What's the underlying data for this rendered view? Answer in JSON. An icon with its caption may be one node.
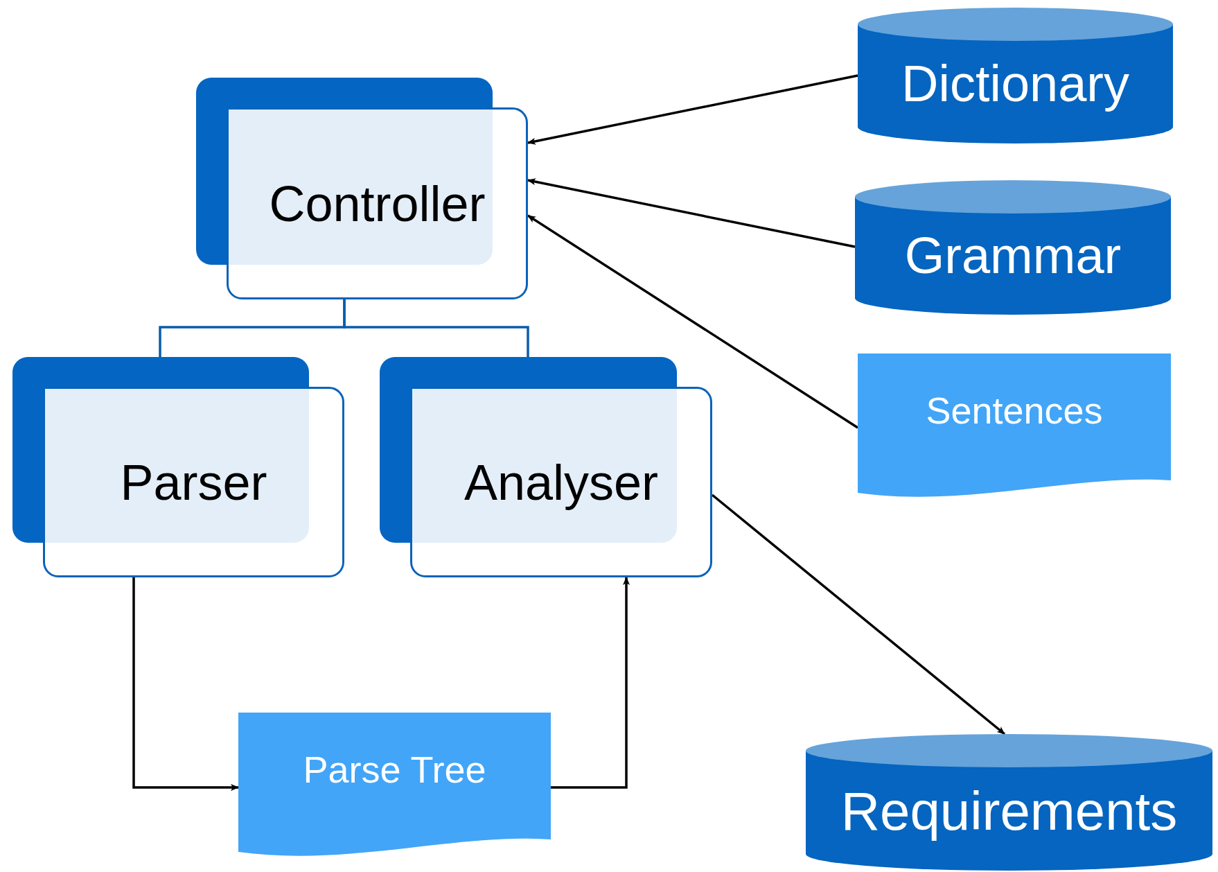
{
  "diagram": {
    "nodes": [
      {
        "text": [
          "Controller"
        ]
      },
      {
        "text": [
          "Parser"
        ]
      },
      {
        "text": [
          "Analyser"
        ]
      },
      {
        "text": [
          "Dictionary"
        ]
      },
      {
        "text": [
          "Grammar"
        ]
      },
      {
        "text": [
          "Sentences"
        ]
      },
      {
        "text": [
          "Parse Tree"
        ]
      },
      {
        "text": [
          "Requirements"
        ]
      }
    ],
    "edges": [
      {
        "from": 3,
        "to": 0,
        "arrow": "to"
      },
      {
        "from": 4,
        "to": 0,
        "arrow": "to"
      },
      {
        "from": 5,
        "to": 0,
        "arrow": "to"
      },
      {
        "from": 0,
        "to": 1,
        "arrow": "none",
        "color": "#0b5cad"
      },
      {
        "from": 0,
        "to": 2,
        "arrow": "none",
        "color": "#0b5cad"
      },
      {
        "from": 1,
        "to": 6,
        "arrow": "to"
      },
      {
        "from": 6,
        "to": 2,
        "arrow": "to"
      },
      {
        "from": 2,
        "to": 7,
        "arrow": "to"
      }
    ]
  }
}
